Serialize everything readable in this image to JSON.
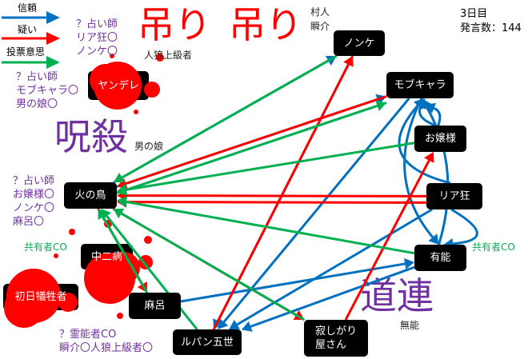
{
  "legend": [
    {
      "label": "信頼",
      "color": "#0070c0"
    },
    {
      "label": "疑い",
      "color": "#ff0000"
    },
    {
      "label": "投票意思",
      "color": "#00b050"
    }
  ],
  "info": {
    "day": "3日目",
    "post_count": "発言数：144"
  },
  "big_labels": {
    "hang1": "吊り",
    "hang2": "吊り",
    "curse": "呪殺",
    "companion": "道連"
  },
  "faded_labels": {
    "werewolf_senior": "人狼上級者",
    "shunsuke": "瞬介",
    "villager": "村人",
    "otokonoko": "男の娘",
    "munou": "無能"
  },
  "notes": {
    "seer1": [
      "？占い師",
      "リア狂〇",
      "ノンケ〇"
    ],
    "seer2": [
      "？占い師",
      "モブキャラ〇",
      "男の娘〇"
    ],
    "seer3": [
      "？占い師",
      "お嬢様〇",
      "ノンケ〇",
      "麻呂〇"
    ],
    "medium": [
      "？霊能者CO",
      "瞬介〇人狼上級者〇"
    ],
    "mason_left": "共有者CO",
    "mason_right": "共有者CO"
  },
  "nodes": {
    "nonke": {
      "label": "ノンケ"
    },
    "mob": {
      "label": "モブキャラ"
    },
    "ojou": {
      "label": "お嬢様"
    },
    "riakyou": {
      "label": "リア狂"
    },
    "yuunou": {
      "label": "有能"
    },
    "sabishi": {
      "label": "寂しがり\n屋さん"
    },
    "lupin": {
      "label": "ルパン五世"
    },
    "maro": {
      "label": "麻呂"
    },
    "hinotori": {
      "label": "火の鳥"
    },
    "chuni": {
      "label": "中二病"
    },
    "shonichi": {
      "label": "初日犠牲者"
    },
    "yandere": {
      "label": "ヤンデレ"
    }
  },
  "edges": [
    {
      "from": "hinotori",
      "to": "nonke",
      "type": "trust"
    },
    {
      "from": "nonke",
      "to": "lupin",
      "type": "trust"
    },
    {
      "from": "hinotori",
      "to": "mob",
      "type": "trust"
    },
    {
      "from": "riakyou",
      "to": "mob",
      "type": "trust"
    },
    {
      "from": "ojou",
      "to": "mob",
      "type": "trust"
    },
    {
      "from": "yuunou",
      "to": "mob",
      "type": "trust"
    },
    {
      "from": "riakyou",
      "to": "yuunou",
      "type": "trust"
    },
    {
      "from": "mob",
      "to": "yuunou",
      "type": "trust"
    },
    {
      "from": "ojou",
      "to": "mob",
      "type": "trust"
    },
    {
      "from": "riakyou",
      "to": "lupin",
      "type": "trust"
    },
    {
      "from": "yuunou",
      "to": "lupin",
      "type": "trust"
    },
    {
      "from": "maro",
      "to": "yuunou",
      "type": "trust"
    },
    {
      "from": "mob",
      "to": "lupin",
      "type": "trust"
    },
    {
      "from": "riakyou",
      "to": "hinotori",
      "type": "doubt"
    },
    {
      "from": "riakyou",
      "to": "hinotori",
      "type": "doubt"
    },
    {
      "from": "sabishi",
      "to": "ojou",
      "type": "doubt"
    },
    {
      "from": "lupin",
      "to": "nonke",
      "type": "doubt"
    },
    {
      "from": "hinotori",
      "to": "sabishi",
      "type": "doubt"
    },
    {
      "from": "hinotori",
      "to": "maro",
      "type": "doubt"
    },
    {
      "from": "mob",
      "to": "hinotori",
      "type": "doubt"
    },
    {
      "from": "nonke",
      "to": "hinotori",
      "type": "vote"
    },
    {
      "from": "mob",
      "to": "hinotori",
      "type": "vote"
    },
    {
      "from": "ojou",
      "to": "hinotori",
      "type": "vote"
    },
    {
      "from": "yuunou",
      "to": "hinotori",
      "type": "vote"
    },
    {
      "from": "maro",
      "to": "hinotori",
      "type": "vote"
    },
    {
      "from": "lupin",
      "to": "hinotori",
      "type": "vote"
    },
    {
      "from": "sabishi",
      "to": "hinotori",
      "type": "vote"
    },
    {
      "from": "hinotori",
      "to": "mob",
      "type": "vote"
    }
  ],
  "colors": {
    "trust": "#0070c0",
    "doubt": "#ff0000",
    "vote": "#00b050",
    "blood": "#ff0000",
    "purple": "#7030a0"
  }
}
